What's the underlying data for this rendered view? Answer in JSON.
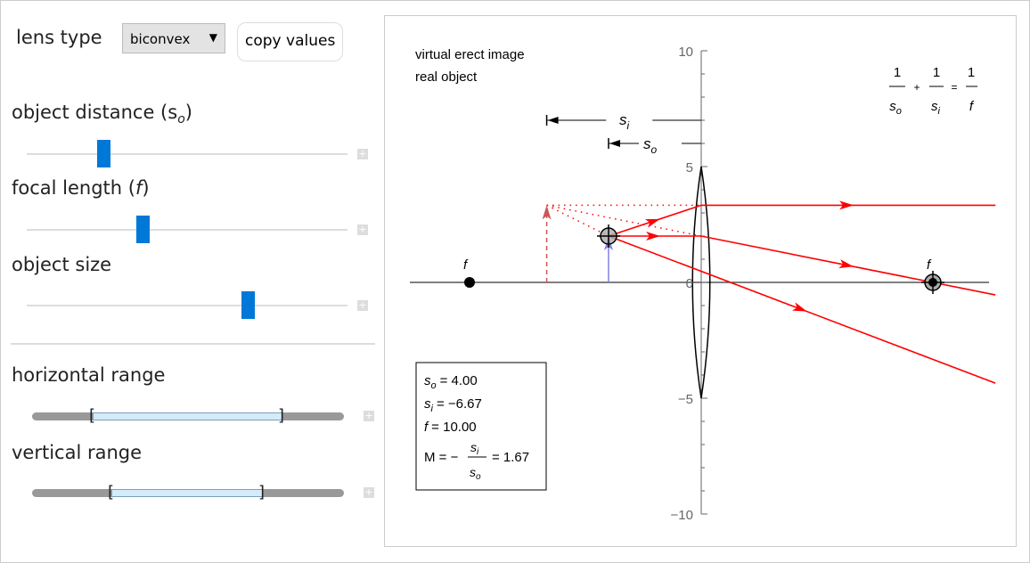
{
  "controls": {
    "lens_type_label": "lens type",
    "lens_type_value": "biconvex",
    "copy_values": "copy values",
    "object_distance_label": "object distance (s",
    "object_distance_sub": "o",
    "object_distance_close": ")",
    "focal_length_label": "focal length (",
    "focal_length_f": "f",
    "focal_length_close": ")",
    "object_size_label": "object size",
    "horizontal_range_label": "horizontal range",
    "vertical_range_label": "vertical range",
    "slider_positions": {
      "object_distance": 0.24,
      "focal_length": 0.36,
      "object_size": 0.69
    },
    "horizontal_range": [
      0.19,
      0.8
    ],
    "vertical_range": [
      0.25,
      0.74
    ]
  },
  "plot": {
    "status1": "virtual erect image",
    "status2": "real object",
    "formula": {
      "one": "1",
      "plus": "+",
      "eq": "=",
      "so": "s",
      "so_sub": "o",
      "si": "s",
      "si_sub": "i",
      "f": "f"
    },
    "label_si": "s",
    "label_si_sub": "i",
    "label_so": "s",
    "label_so_sub": "o",
    "label_f": "f",
    "readout": {
      "so": "= 4.00",
      "si": "= −6.67",
      "f": "= 10.00",
      "M_prefix": "M = −",
      "M_value": "= 1.67"
    },
    "yticks": [
      "10",
      "5",
      "0",
      "−5",
      "−10"
    ]
  },
  "chart_data": {
    "type": "diagram",
    "so": 4,
    "si": -6.67,
    "f": 10,
    "object_height": 2,
    "image_height": 3.33,
    "xlim": [
      -12.7,
      12.7
    ],
    "ylim": [
      -10,
      10
    ],
    "lens_half_height": 5,
    "colors": {
      "ray": "#ff0000",
      "object": "#8080e0",
      "image": "#cc5555"
    }
  }
}
